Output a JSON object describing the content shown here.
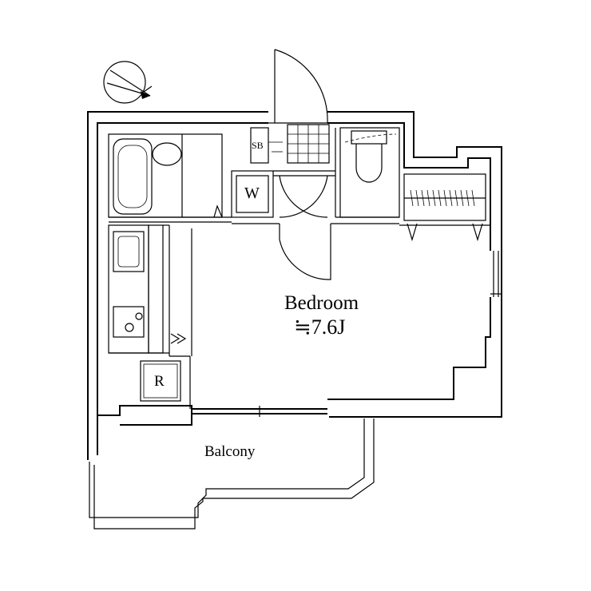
{
  "rooms": {
    "bedroom": {
      "name": "Bedroom",
      "area": "≒7.6J"
    },
    "balcony": {
      "name": "Balcony"
    }
  },
  "fixtures": {
    "washer": "W",
    "shoe_box": "SB",
    "refrigerator": "R"
  },
  "icons": {
    "compass": "north-arrow-icon",
    "bathtub": "bathtub-icon",
    "sink": "sink-icon",
    "toilet": "toilet-icon",
    "stove": "stove-icon",
    "closet_rod": "hanger-rail-icon"
  },
  "colors": {
    "line": "#000000",
    "background": "#ffffff"
  }
}
